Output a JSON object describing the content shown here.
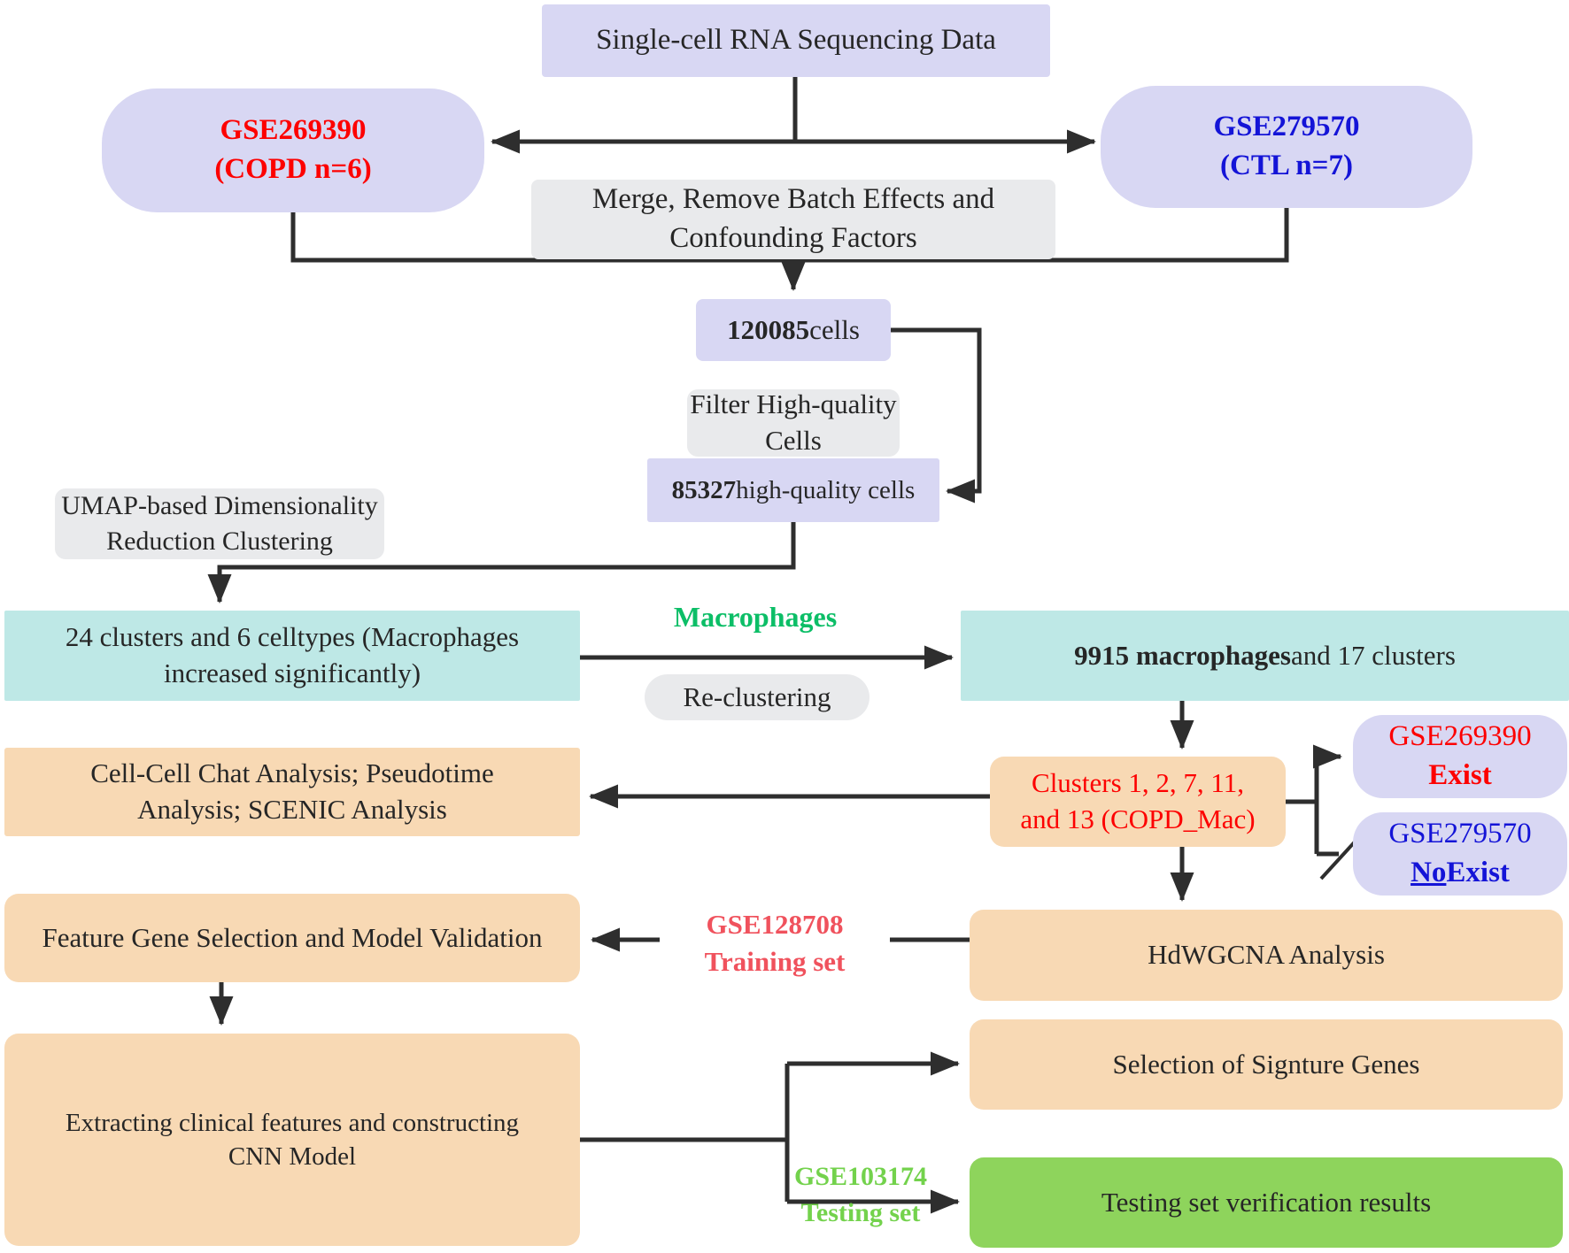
{
  "diagram": {
    "top": {
      "title": "Single-cell RNA Sequencing Data"
    },
    "dataset_copd": {
      "line1": "GSE269390",
      "line2": "(COPD n=6)"
    },
    "dataset_ctl": {
      "line1": "GSE279570",
      "line2": "(CTL n=7)"
    },
    "merge": {
      "line1": "Merge, Remove Batch Effects and",
      "line2": "Confounding Factors"
    },
    "cells_total": {
      "count": "120085",
      "suffix": "cells"
    },
    "filter": {
      "line1": "Filter High-quality",
      "line2": "Cells"
    },
    "cells_hq": {
      "count": "85327",
      "suffix": "high-quality cells"
    },
    "umap": {
      "line1": "UMAP-based Dimensionality",
      "line2": "Reduction Clustering"
    },
    "clusters_all": {
      "line1": "24 clusters and 6 celltypes (Macrophages",
      "line2": "increased significantly)"
    },
    "macrophages_label": "Macrophages",
    "reclustering_label": "Re-clustering",
    "macro_result": {
      "bold": "9915 macrophages",
      "rest": "and 17 clusters"
    },
    "copd_mac": {
      "line1": "Clusters 1, 2, 7, 11,",
      "line2": "and 13 (COPD_Mac)"
    },
    "exist": {
      "line1": "GSE269390",
      "line2": "Exist"
    },
    "noexist": {
      "line1": "GSE279570",
      "no": "No",
      "exist": "Exist"
    },
    "cellchat": {
      "line1": "Cell-Cell Chat Analysis; Pseudotime",
      "line2": "Analysis; SCENIC Analysis"
    },
    "hdwgcna": {
      "label": "HdWGCNA Analysis"
    },
    "training": {
      "line1": "GSE128708",
      "line2": "Training set"
    },
    "feature": {
      "label": "Feature Gene Selection and Model Validation"
    },
    "extracting": {
      "line1": "Extracting clinical features and constructing",
      "line2": "CNN Model"
    },
    "selection": {
      "label": "Selection of Signture Genes"
    },
    "testing_set": {
      "line1": "GSE103174",
      "line2": "Testing set"
    },
    "testing": {
      "label": "Testing set verification results"
    },
    "colors": {
      "lavender_box": "#d8d7f3",
      "gray_box": "#e9eaec",
      "teal_box": "#bee8e6",
      "orange_box": "#f8d9b4",
      "green_box": "#8ed45c",
      "red_text": "#fd0000",
      "blue_text": "#1414d7",
      "salmon_text": "#f0525d",
      "emerald_text": "#0cbe67",
      "light_green_text": "#73d24c",
      "dark_text": "#262626",
      "line": "#2e2e2e"
    }
  }
}
